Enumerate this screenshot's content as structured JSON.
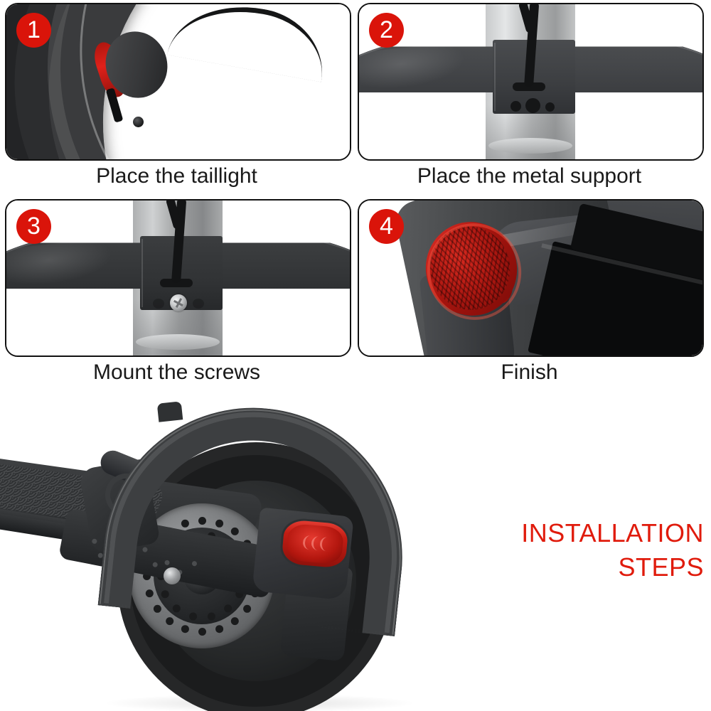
{
  "title": "Installation Steps",
  "theme": {
    "accent_red": "#e01b0c",
    "badge_red": "#da140a",
    "panel_border": "#111111",
    "background": "#ffffff",
    "caption_text": "#1a1a1a"
  },
  "steps": [
    {
      "number": "1",
      "caption": "Place the taillight",
      "image_alt": "Close-up of scooter rear fender with red taillight being positioned"
    },
    {
      "number": "2",
      "caption": "Place the metal support",
      "image_alt": "Metal support bracket placed over the scooter stem with cable routed through"
    },
    {
      "number": "3",
      "caption": "Mount the screws",
      "image_alt": "Screw mounted into metal support bracket on scooter stem"
    },
    {
      "number": "4",
      "caption": "Finish",
      "image_alt": "Finished red taillight mounted on the rear fender next to the metal bracket"
    }
  ],
  "hero": {
    "image_alt": "Electric scooter rear wheel with fender, disc brake and mounted red taillight"
  },
  "headline": {
    "line1": "INSTALLATION",
    "line2": "STEPS"
  }
}
